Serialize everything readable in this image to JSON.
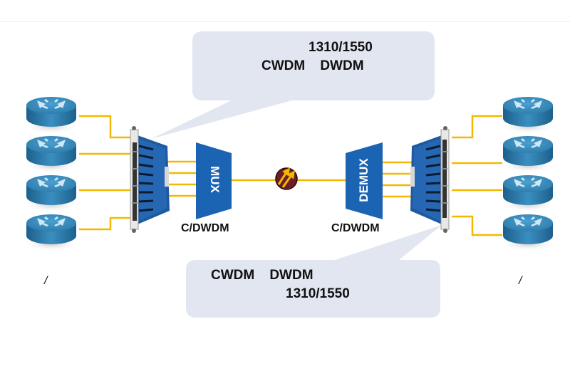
{
  "callouts": {
    "top": {
      "line1": "1310/1550",
      "line2": "CWDM    DWDM"
    },
    "bottom": {
      "line1": "CWDM    DWDM",
      "line2": "1310/1550"
    }
  },
  "devices": {
    "mux": {
      "label": "MUX",
      "caption": "C/DWDM"
    },
    "demux": {
      "label": "DEMUX",
      "caption": "C/DWDM"
    },
    "amplifier": {
      "icon": "fiber-amplifier-icon"
    }
  },
  "site_labels": {
    "left": "/",
    "right": "/"
  },
  "colors": {
    "fiber": "#f5b800",
    "mux_blue": "#1b64b3",
    "router_blue": "#2a7fae",
    "callout_bg": "#e1e6f0",
    "amp_bg": "#6b1f24"
  },
  "routers": {
    "left_count": 4,
    "right_count": 4
  }
}
